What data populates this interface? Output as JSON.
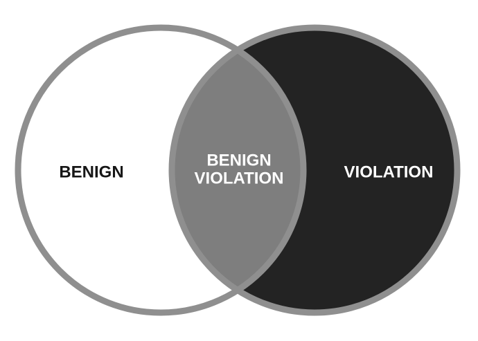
{
  "diagram": {
    "type": "venn",
    "colors": {
      "background": "#ffffff",
      "left_fill": "#ffffff",
      "right_fill": "#232323",
      "overlap_fill": "#7e7e7e",
      "outline": "#8f8f8f",
      "left_text": "#161616",
      "overlap_text": "#ffffff",
      "right_text": "#ffffff"
    },
    "labels": {
      "left": "BENIGN",
      "overlap_line1": "BENIGN",
      "overlap_line2": "VIOLATION",
      "right": "VIOLATION"
    }
  }
}
